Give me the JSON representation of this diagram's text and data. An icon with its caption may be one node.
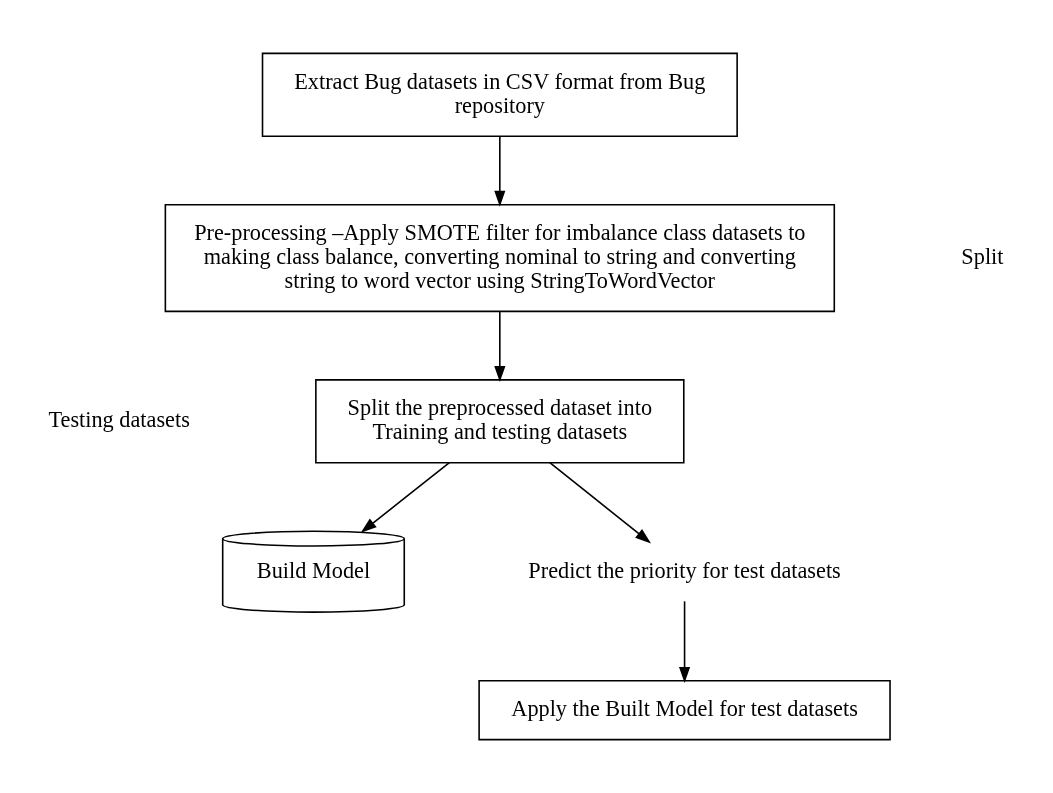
{
  "diagram": {
    "nodes": [
      {
        "text": [
          "Extract Bug datasets in CSV format from Bug repository"
        ]
      },
      {
        "text": [
          "Pre-processing –Apply SMOTE filter for imbalance class datasets to making class balance, converting nominal to string and converting string to word vector using StringToWordVector"
        ]
      },
      {
        "text": [
          "Split the preprocessed dataset into Training and testing datasets"
        ]
      },
      {
        "text": [
          "Build Model"
        ]
      },
      {
        "text": [
          "Predict the priority for test datasets"
        ]
      },
      {
        "text": [
          "Apply the Built Model for test datasets"
        ]
      }
    ],
    "edges": [
      {
        "from": 0,
        "to": 1,
        "arrow": "to"
      },
      {
        "from": 1,
        "to": 2,
        "arrow": "to"
      },
      {
        "from": 2,
        "to": 3,
        "arrow": "to"
      },
      {
        "from": 2,
        "to": 4,
        "arrow": "to"
      },
      {
        "from": 4,
        "to": 5,
        "arrow": "to"
      }
    ],
    "labels": [
      "Split",
      "Testing datasets"
    ]
  }
}
